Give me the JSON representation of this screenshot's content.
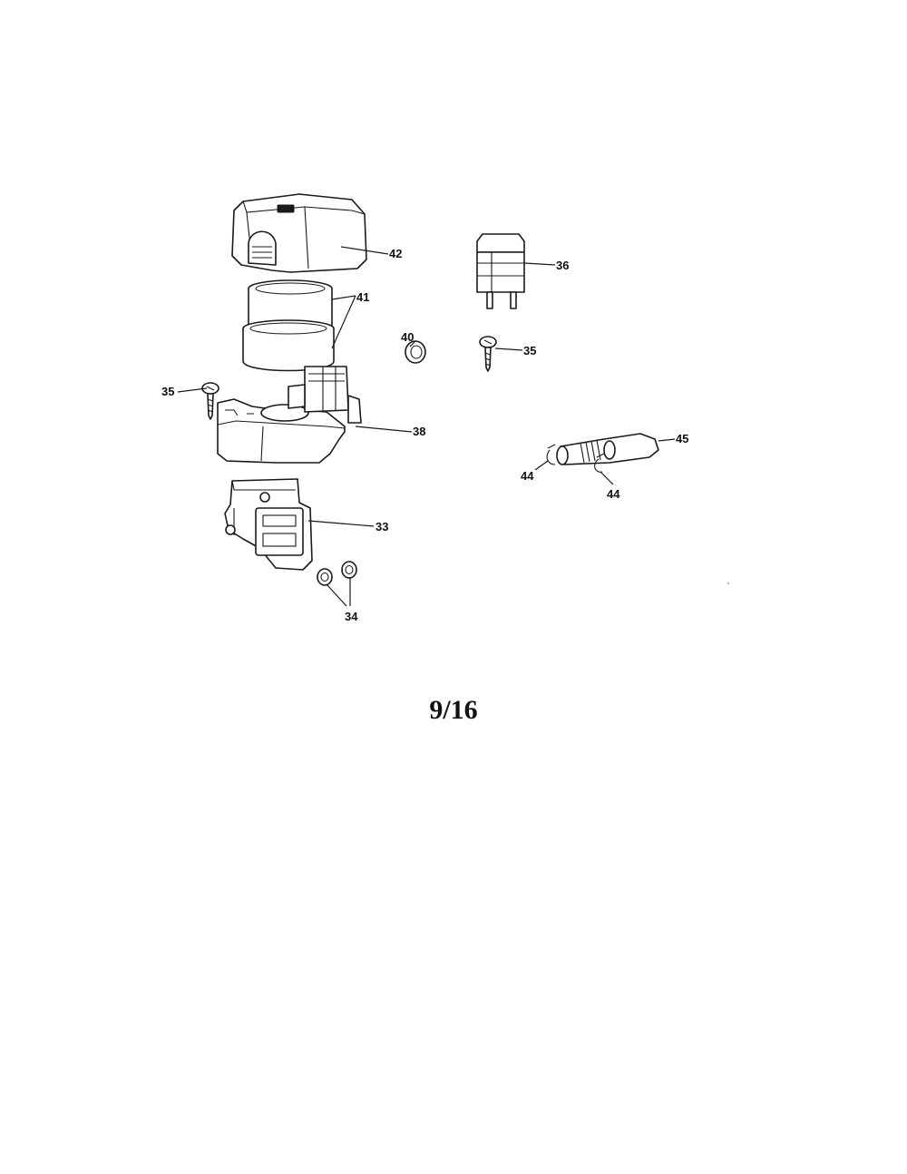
{
  "diagram": {
    "callouts": {
      "c33": "33",
      "c34": "34",
      "c35_left": "35",
      "c35_right": "35",
      "c36": "36",
      "c38": "38",
      "c40": "40",
      "c41": "41",
      "c42": "42",
      "c44_left": "44",
      "c44_right": "44",
      "c45": "45"
    }
  },
  "footer": {
    "page_number": "9/16"
  }
}
